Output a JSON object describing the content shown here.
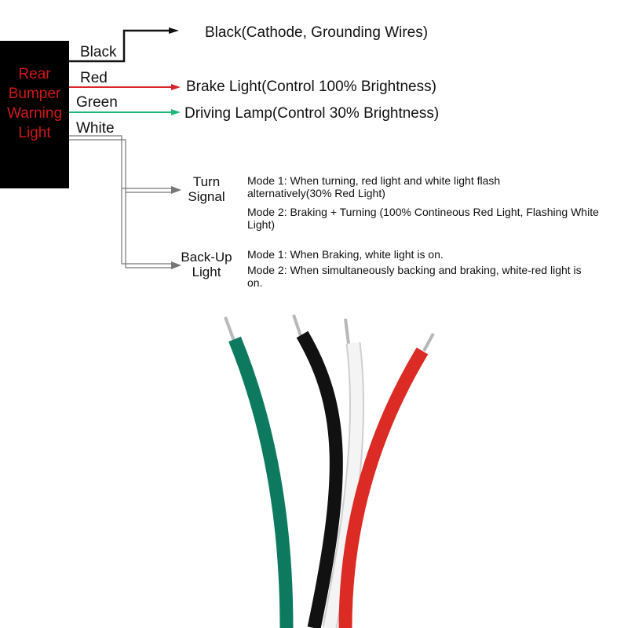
{
  "device": {
    "label": "Rear Bumper Warning Light"
  },
  "wires": {
    "black": {
      "color_name": "Black",
      "function": "Black(Cathode, Grounding Wires)",
      "color": "#111111"
    },
    "red": {
      "color_name": "Red",
      "function": "Brake Light(Control 100% Brightness)",
      "color": "#d9262b"
    },
    "green": {
      "color_name": "Green",
      "function": "Driving Lamp(Control 30% Brightness)",
      "color": "#1fb879"
    },
    "white": {
      "color_name": "White",
      "color": "#ffffff"
    }
  },
  "white_branches": {
    "turn_signal": {
      "label": "Turn Signal",
      "mode1": "Mode 1: When turning, red light and white light flash alternatively(30% Red Light)",
      "mode2": "Mode 2: Braking + Turning (100% Contineous Red Light, Flashing White Light)"
    },
    "backup_light": {
      "label": "Back-Up Light",
      "mode1": "Mode 1: When Braking, white light is on.",
      "mode2": "Mode 2: When simultaneously backing and braking, white-red light is on."
    }
  },
  "photo": {
    "wire_colors": [
      "#0d7a5f",
      "#111111",
      "#f4f4f4",
      "#dc2a24"
    ],
    "conductor_color": "#b8b8b8"
  }
}
